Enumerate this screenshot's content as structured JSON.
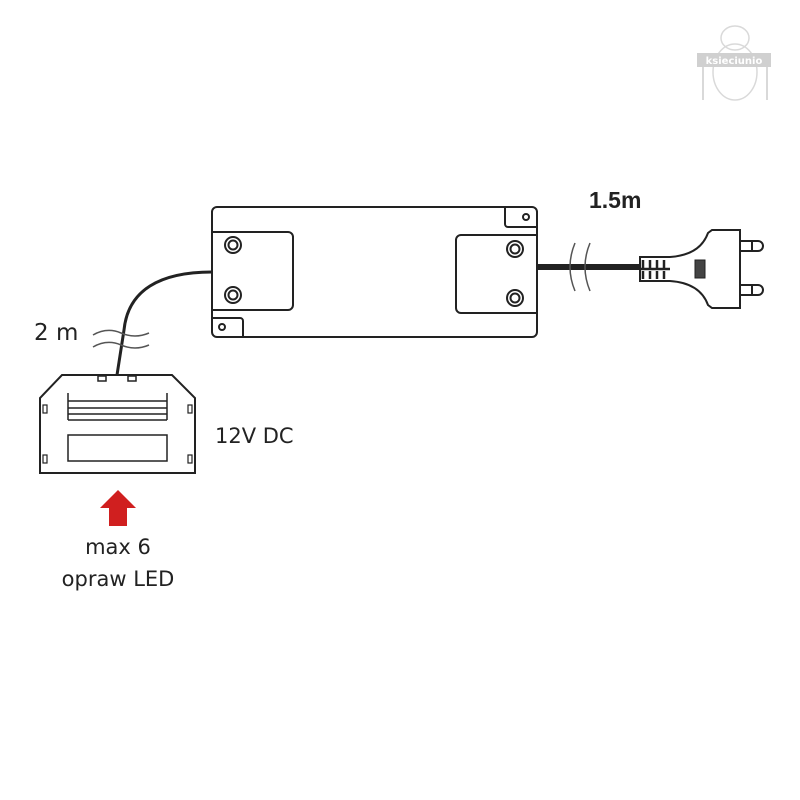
{
  "labels": {
    "mains_cable_length": "1.5m",
    "led_cable_length": "2 m",
    "output_voltage": "12V DC",
    "max_lights_line1": "max 6",
    "max_lights_line2": "opraw LED"
  },
  "watermark": {
    "text": "ksieciunio"
  },
  "colors": {
    "arrow": "#d01f1f",
    "line": "#222222",
    "watermark": "#bbbbbb"
  }
}
